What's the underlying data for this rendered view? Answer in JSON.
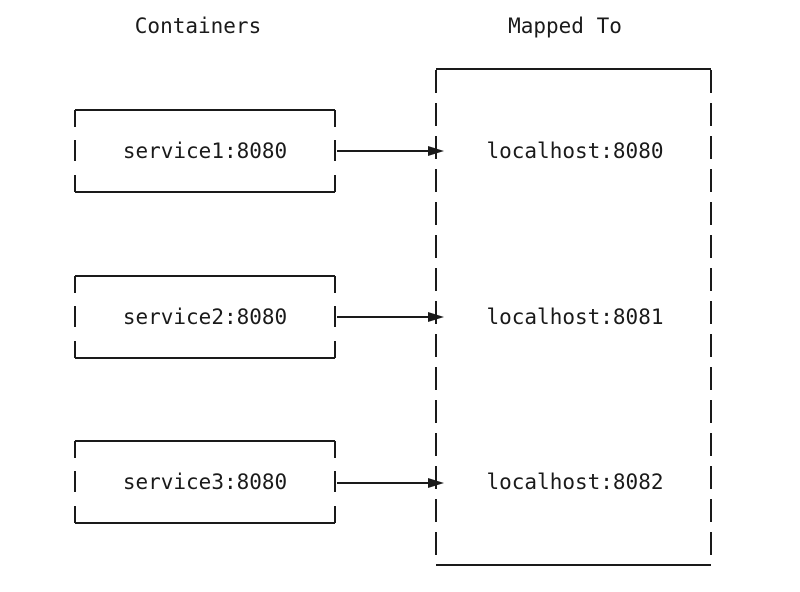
{
  "headers": {
    "left": "Containers",
    "right": "Mapped To"
  },
  "mappings": [
    {
      "container": "service1:8080",
      "host": "localhost:8080"
    },
    {
      "container": "service2:8080",
      "host": "localhost:8081"
    },
    {
      "container": "service3:8080",
      "host": "localhost:8082"
    }
  ],
  "colors": {
    "ink": "#1a1a1a",
    "background": "#ffffff"
  }
}
